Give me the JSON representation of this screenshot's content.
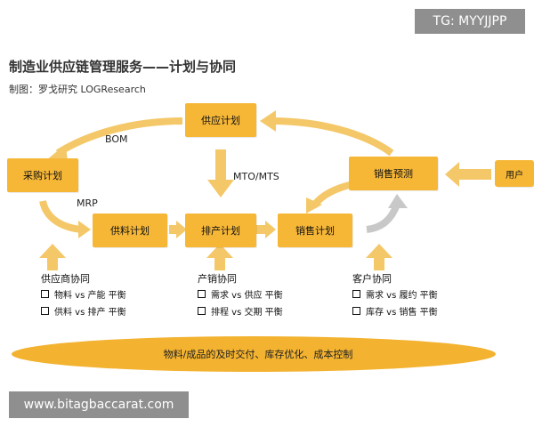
{
  "tag": "TG: MYYJJPP",
  "title": "制造业供应链管理服务——计划与协同",
  "subtitle": "制图：罗戈研究 LOGResearch",
  "nodes": {
    "supply_plan": "供应计划",
    "purchase_plan": "采购计划",
    "material_plan": "供料计划",
    "production_plan": "排产计划",
    "sales_plan": "销售计划",
    "sales_forecast": "销售预测",
    "user": "用户"
  },
  "edge_labels": {
    "bom": "BOM",
    "mrp": "MRP",
    "mto_mts": "MTO/MTS"
  },
  "groups": {
    "supplier": {
      "title": "供应商协同",
      "items": [
        "物料 vs 产能 平衡",
        "供料 vs 排产 平衡"
      ]
    },
    "production": {
      "title": "产销协同",
      "items": [
        "需求 vs 供应 平衡",
        "排程 vs 交期 平衡"
      ]
    },
    "customer": {
      "title": "客户协同",
      "items": [
        "需求 vs 履约 平衡",
        "库存 vs 销售 平衡"
      ]
    }
  },
  "bottom_banner": "物料/成品的及时交付、库存优化、成本控制",
  "watermark": "www.bitagbaccarat.com",
  "colors": {
    "node_fill": "#f6b737",
    "arrow": "#f4c869",
    "grey_arrow": "#c8c8c8",
    "ellipse": "#f3b22f"
  }
}
